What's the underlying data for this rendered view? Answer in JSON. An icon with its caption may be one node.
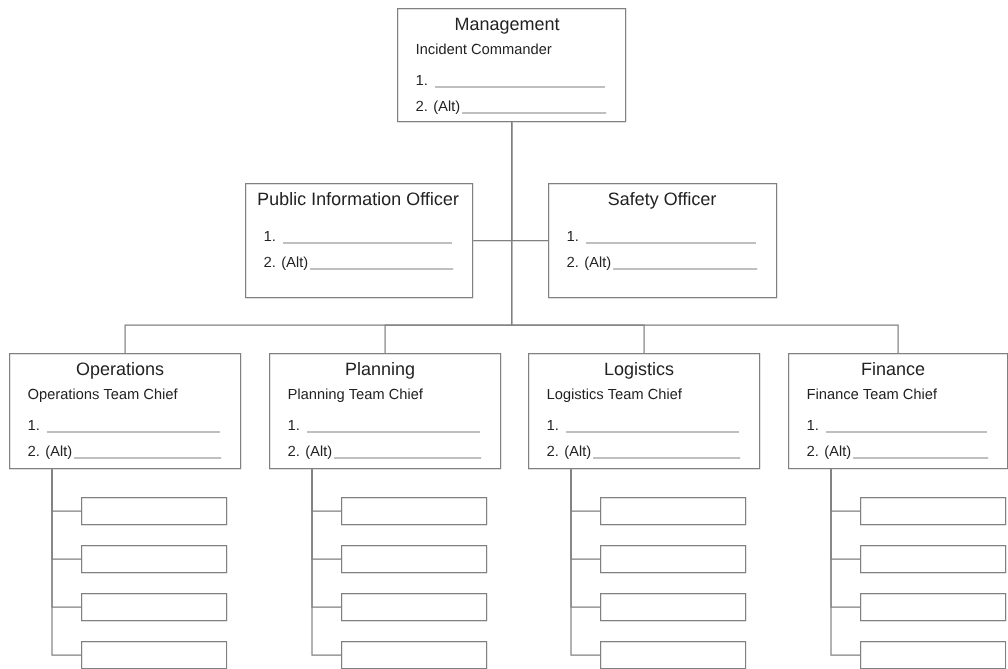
{
  "diagram": {
    "nodes": [
      {
        "text": [
          "Management",
          "Incident Commander",
          "1.",
          "2. (Alt)"
        ]
      },
      {
        "text": [
          "Public Information Officer",
          "1.",
          "2. (Alt)"
        ]
      },
      {
        "text": [
          "Safety Officer",
          "1.",
          "2. (Alt)"
        ]
      },
      {
        "text": [
          "Operations",
          "Operations Team Chief",
          "1.",
          "2. (Alt)"
        ]
      },
      {
        "text": [
          "Planning",
          "Planning Team Chief",
          "1.",
          "2. (Alt)"
        ]
      },
      {
        "text": [
          "Logistics",
          "Logistics Team Chief",
          "1.",
          "2. (Alt)"
        ]
      },
      {
        "text": [
          "Finance",
          "Finance Team Chief",
          "1.",
          "2. (Alt)"
        ]
      },
      {
        "text": [],
        "shape": "box"
      },
      {
        "text": [],
        "shape": "box"
      },
      {
        "text": [],
        "shape": "box"
      },
      {
        "text": [],
        "shape": "box"
      },
      {
        "text": [],
        "shape": "box"
      },
      {
        "text": [],
        "shape": "box"
      },
      {
        "text": [],
        "shape": "box"
      },
      {
        "text": [],
        "shape": "box"
      },
      {
        "text": [],
        "shape": "box"
      },
      {
        "text": [],
        "shape": "box"
      },
      {
        "text": [],
        "shape": "box"
      },
      {
        "text": [],
        "shape": "box"
      },
      {
        "text": [],
        "shape": "box"
      },
      {
        "text": [],
        "shape": "box"
      },
      {
        "text": [],
        "shape": "box"
      },
      {
        "text": [],
        "shape": "box"
      }
    ],
    "edges": [
      {
        "from": 0,
        "to": 1,
        "arrow": "none"
      },
      {
        "from": 0,
        "to": 2,
        "arrow": "none"
      },
      {
        "from": 0,
        "to": 3,
        "arrow": "none"
      },
      {
        "from": 0,
        "to": 4,
        "arrow": "none"
      },
      {
        "from": 0,
        "to": 5,
        "arrow": "none"
      },
      {
        "from": 0,
        "to": 6,
        "arrow": "none"
      },
      {
        "from": 3,
        "to": 7,
        "arrow": "none"
      },
      {
        "from": 3,
        "to": 8,
        "arrow": "none"
      },
      {
        "from": 3,
        "to": 9,
        "arrow": "none"
      },
      {
        "from": 3,
        "to": 10,
        "arrow": "none"
      },
      {
        "from": 4,
        "to": 11,
        "arrow": "none"
      },
      {
        "from": 4,
        "to": 12,
        "arrow": "none"
      },
      {
        "from": 4,
        "to": 13,
        "arrow": "none"
      },
      {
        "from": 4,
        "to": 14,
        "arrow": "none"
      },
      {
        "from": 5,
        "to": 15,
        "arrow": "none"
      },
      {
        "from": 5,
        "to": 16,
        "arrow": "none"
      },
      {
        "from": 5,
        "to": 17,
        "arrow": "none"
      },
      {
        "from": 5,
        "to": 18,
        "arrow": "none"
      },
      {
        "from": 6,
        "to": 19,
        "arrow": "none"
      },
      {
        "from": 6,
        "to": 20,
        "arrow": "none"
      },
      {
        "from": 6,
        "to": 21,
        "arrow": "none"
      },
      {
        "from": 6,
        "to": 22,
        "arrow": "none"
      }
    ]
  }
}
